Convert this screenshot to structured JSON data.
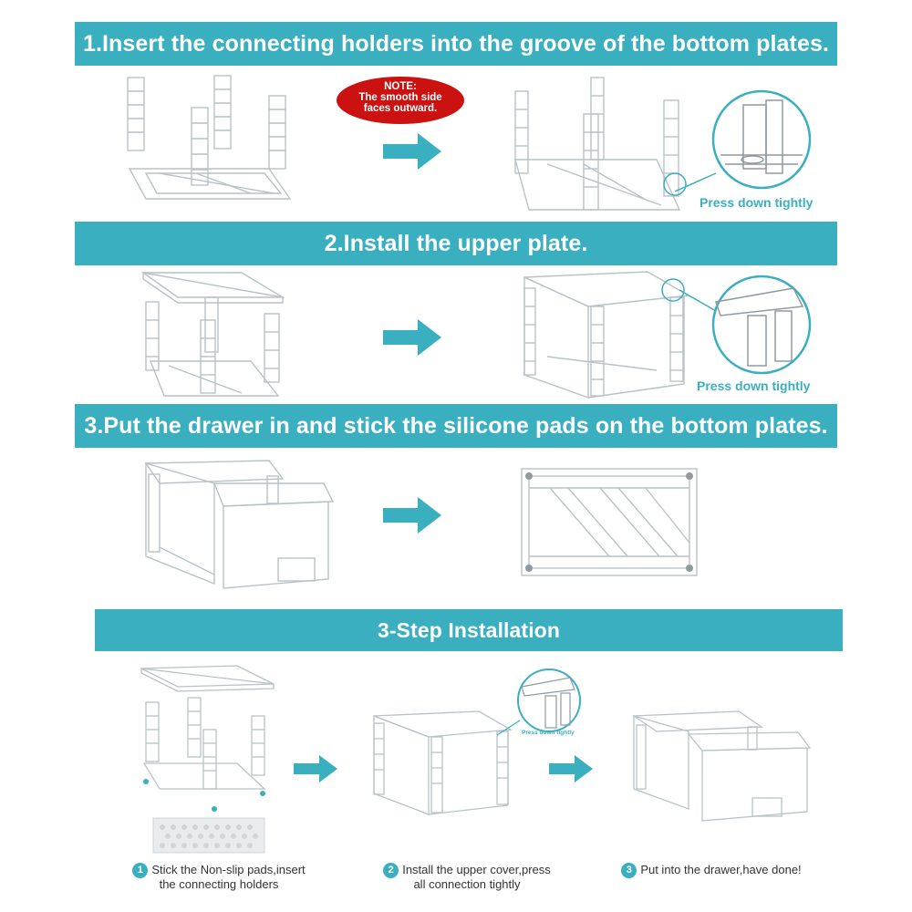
{
  "steps": {
    "step1": {
      "title": "1.Insert the connecting holders into the groove of the bottom plates."
    },
    "step2": {
      "title": "2.Install the upper plate."
    },
    "step3": {
      "title": "3.Put the drawer in and stick the silicone pads on the bottom plates."
    }
  },
  "note": {
    "line1": "NOTE:",
    "line2": "The smooth side",
    "line3": "faces outward."
  },
  "press": {
    "step1": "Press down tightly",
    "step2": "Press down tightly",
    "summary": "Press down tightly"
  },
  "summary": {
    "title": "3-Step Installation",
    "items": [
      {
        "num": "1",
        "line1": "Stick the Non-slip pads,insert",
        "line2": "the connecting holders"
      },
      {
        "num": "2",
        "line1": "Install the upper cover,press",
        "line2": "all connection tightly"
      },
      {
        "num": "3",
        "line1": "Put into the drawer,have done!",
        "line2": ""
      }
    ]
  },
  "colors": {
    "accent": "#3aafc0",
    "note": "#cc1111"
  }
}
